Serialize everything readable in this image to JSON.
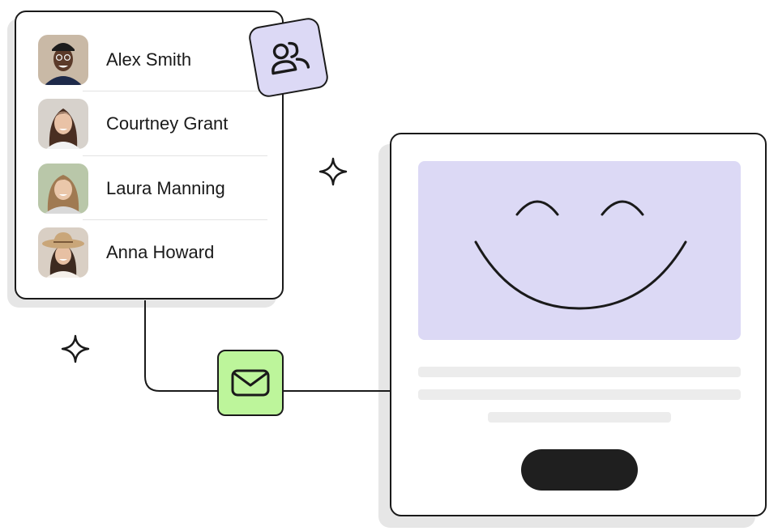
{
  "contacts": [
    {
      "name": "Alex Smith",
      "avatar": {
        "skin": "#5b3a29",
        "hair": "#1c1c1c",
        "bg": "#c9b9a6",
        "shirt": "#1e2a4a"
      }
    },
    {
      "name": "Courtney Grant",
      "avatar": {
        "skin": "#e9c2a6",
        "hair": "#4a2f22",
        "bg": "#d7d2cc",
        "shirt": "#f2f2f2"
      }
    },
    {
      "name": "Laura Manning",
      "avatar": {
        "skin": "#eac7aa",
        "hair": "#a07a52",
        "bg": "#b9c7a9",
        "shirt": "#d9d9d9"
      }
    },
    {
      "name": "Anna Howard",
      "avatar": {
        "skin": "#e7c0a3",
        "hair": "#3d2a20",
        "bg": "#d9cfc4",
        "shirt": "#f5f0ea"
      }
    }
  ],
  "icons": {
    "users": "users-icon",
    "mail": "mail-icon",
    "sparkle": "sparkle-icon",
    "smile": "smile-illustration"
  },
  "colors": {
    "outline": "#1a1a1a",
    "lavender": "#dcd9f5",
    "mint": "#bdf59b",
    "placeholder": "#ececec"
  }
}
